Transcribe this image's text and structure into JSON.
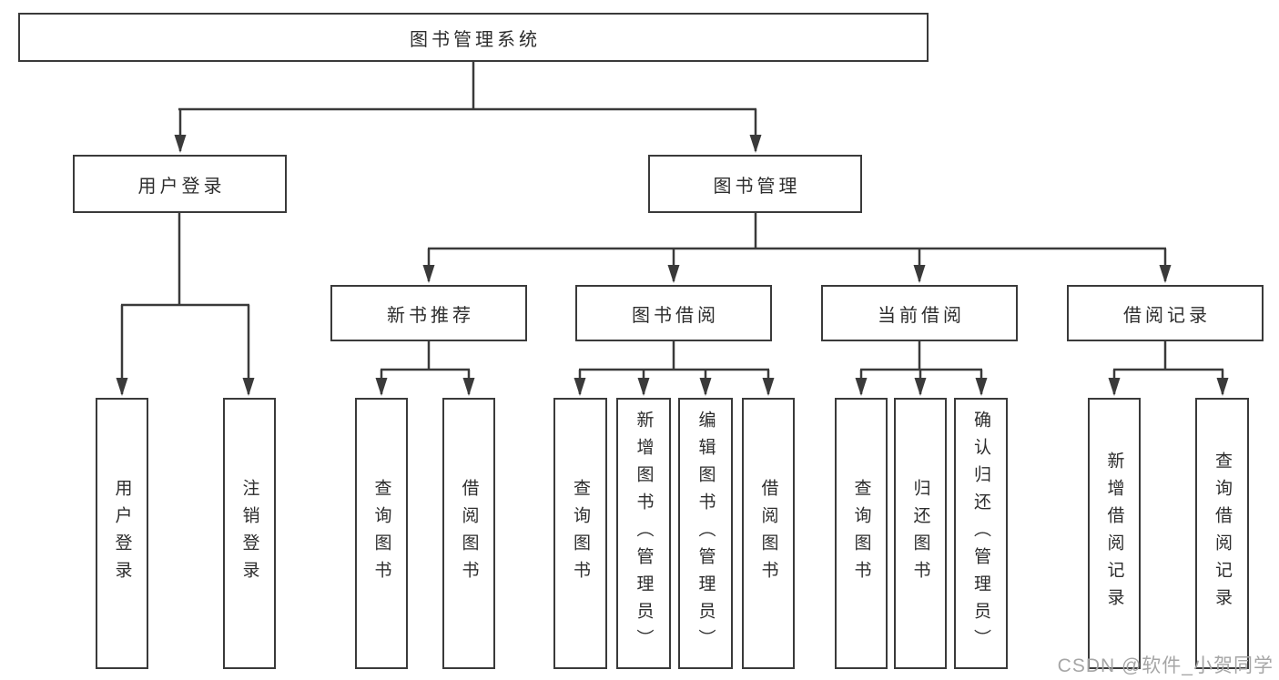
{
  "colors": {
    "background": "#ffffff",
    "line": "#3a3a3a",
    "box_border": "#3a3a3a",
    "box_fill": "#ffffff",
    "text": "#2d2d2d",
    "watermark": "#a6a6a6"
  },
  "watermark": {
    "text": "CSDN @软件_小贺同学"
  },
  "tree": {
    "label": "图书管理系统",
    "children": [
      {
        "label": "用户登录",
        "children": [
          {
            "label": "用户登录"
          },
          {
            "label": "注销登录"
          }
        ]
      },
      {
        "label": "图书管理",
        "children": [
          {
            "label": "新书推荐",
            "children": [
              {
                "label": "查询图书"
              },
              {
                "label": "借阅图书"
              }
            ]
          },
          {
            "label": "图书借阅",
            "children": [
              {
                "label": "查询图书"
              },
              {
                "label": "新增图书（管理员）"
              },
              {
                "label": "编辑图书（管理员）"
              },
              {
                "label": "借阅图书"
              }
            ]
          },
          {
            "label": "当前借阅",
            "children": [
              {
                "label": "查询图书"
              },
              {
                "label": "归还图书"
              },
              {
                "label": "确认归还（管理员）"
              }
            ]
          },
          {
            "label": "借阅记录",
            "children": [
              {
                "label": "新增借阅记录"
              },
              {
                "label": "查询借阅记录"
              }
            ]
          }
        ]
      }
    ]
  }
}
